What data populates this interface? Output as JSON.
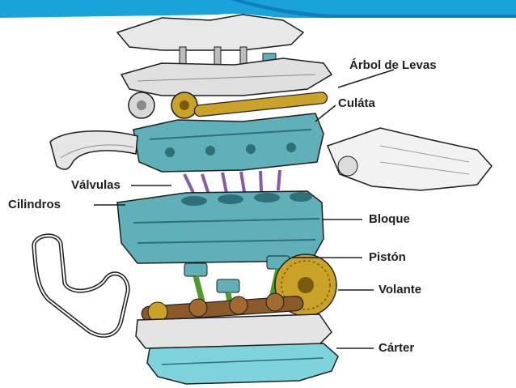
{
  "diagram": {
    "labels": {
      "arbol_de_levas": "Árbol de Levas",
      "culata": "Culáta",
      "valvulas": "Válvulas",
      "cilindros": "Cilindros",
      "bloque": "Bloque",
      "piston": "Pistón",
      "volante": "Volante",
      "carter": "Cárter"
    },
    "colors": {
      "header_band": "#1aa3d9",
      "header_accent": "#0f7fb8",
      "engine_block": "#5fb0b8",
      "engine_block_dark": "#2e6f78",
      "cam_gold": "#c9a227",
      "rod_green": "#4e9a2c",
      "crank_brown": "#8a5a2b",
      "valve_purple": "#8a5aa8",
      "outline": "#1e1e1e",
      "pan_cyan": "#7fd3dd"
    }
  }
}
